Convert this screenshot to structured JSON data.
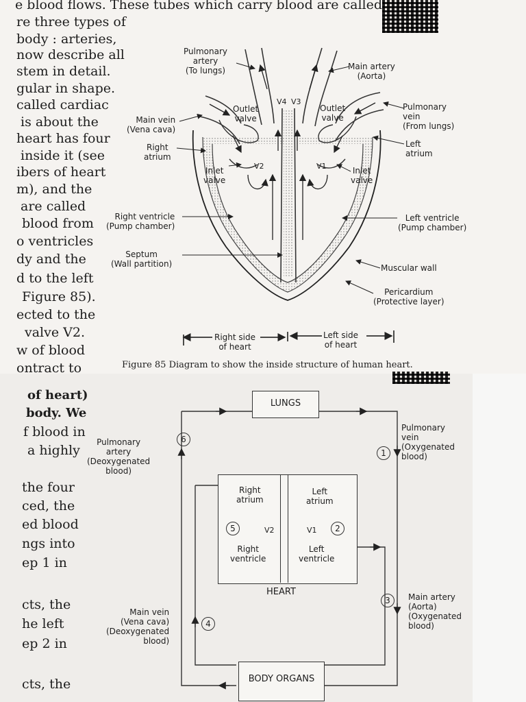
{
  "left_column_top": [
    "e blood flows. These tubes which carry blood are called",
    "re three types of",
    "body : arteries,",
    "now describe all",
    "stem in detail.",
    "gular in shape.",
    "called cardiac",
    "is about the",
    "heart has four",
    "inside it (see",
    "ibers of heart",
    "m), and the",
    "are called",
    "blood from",
    "o ventricles",
    "dy and the",
    "d to the left",
    "Figure 85).",
    "ected to the",
    "valve V2.",
    "w of blood",
    "ontract to"
  ],
  "left_column_bottom": [
    "of heart)",
    "body. We",
    "f blood in",
    "a highly",
    "the four",
    "ced, the",
    "ed blood",
    "ngs into",
    "ep 1 in",
    "cts, the",
    "he left",
    "ep 2 in",
    "cts, the"
  ],
  "heart": {
    "pulmonary_artery": [
      "Pulmonary",
      "artery",
      "(To lungs)"
    ],
    "main_artery": [
      "Main artery",
      "(Aorta)"
    ],
    "pulmonary_vein": [
      "Pulmonary",
      "vein",
      "(From lungs)"
    ],
    "left_atrium": [
      "Left",
      "atrium"
    ],
    "main_vein": [
      "Main vein",
      "(Vena cava)"
    ],
    "right_atrium": [
      "Right",
      "atrium"
    ],
    "outlet_valve_left": [
      "Outlet",
      "valve"
    ],
    "outlet_valve_right": [
      "Outlet",
      "valve"
    ],
    "inlet_valve_left": [
      "Inlet",
      "valve"
    ],
    "inlet_valve_right": [
      "Inlet",
      "valve"
    ],
    "v1": "V1",
    "v2": "V2",
    "v3": "V3",
    "v4": "V4",
    "right_ventricle": [
      "Right ventricle",
      "(Pump chamber)"
    ],
    "left_ventricle": [
      "Left ventricle",
      "(Pump chamber)"
    ],
    "septum": [
      "Septum",
      "(Wall partition)"
    ],
    "muscular_wall": "Muscular wall",
    "pericardium": [
      "Pericardium",
      "(Protective layer)"
    ],
    "right_side": [
      "Right side",
      "of heart"
    ],
    "left_side": [
      "Left side",
      "of heart"
    ],
    "caption": "Figure 85 Diagram to show the inside structure of human heart."
  },
  "circulation": {
    "lungs": "LUNGS",
    "heart": "HEART",
    "body_organs": "BODY ORGANS",
    "right_atrium": [
      "Right",
      "atrium"
    ],
    "left_atrium": [
      "Left",
      "atrium"
    ],
    "right_ventricle": [
      "Right",
      "ventricle"
    ],
    "left_ventricle": [
      "Left",
      "ventricle"
    ],
    "v1": "V1",
    "v2": "V2",
    "pulmonary_artery": [
      "Pulmonary",
      "artery",
      "(Deoxygenated",
      "blood)"
    ],
    "pulmonary_vein": [
      "Pulmonary",
      "vein",
      "(Oxygenated",
      "blood)"
    ],
    "main_artery": [
      "Main artery",
      "(Aorta)",
      "(Oxygenated",
      "blood)"
    ],
    "main_vein": [
      "Main vein",
      "(Vena cava)",
      "(Deoxygenated",
      "blood)"
    ],
    "steps": [
      "1",
      "2",
      "3",
      "4",
      "5",
      "6"
    ]
  }
}
